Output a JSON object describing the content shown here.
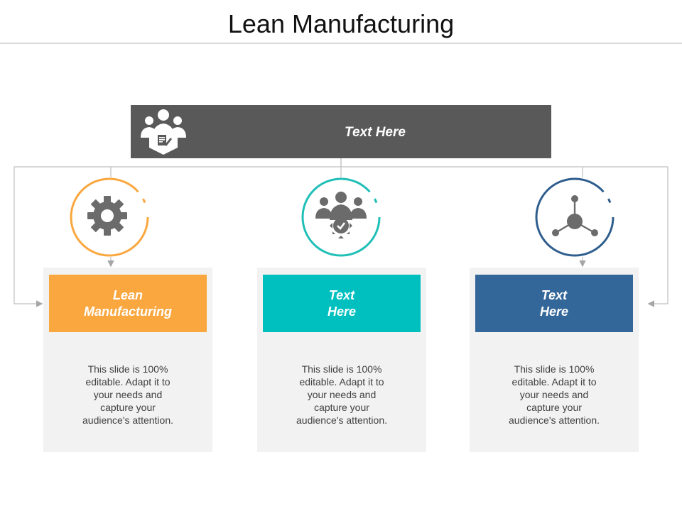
{
  "title": "Lean Manufacturing",
  "top_bar": {
    "text": "Text Here"
  },
  "colors": {
    "orange": "#f9a73e",
    "teal": "#00bfbf",
    "blue": "#336699",
    "dark_gray": "#595959",
    "card_bg": "#f2f2f2",
    "connector": "#bfbfbf"
  },
  "cards": [
    {
      "heading_line1": "Lean",
      "heading_line2": "Manufacturing",
      "icon": "gear-icon",
      "body": [
        "This slide is 100%",
        "editable. Adapt it to",
        "your needs and",
        "capture your",
        "audience's attention."
      ]
    },
    {
      "heading_line1": "Text",
      "heading_line2": "Here",
      "icon": "team-network-icon",
      "body": [
        "This slide is 100%",
        "editable. Adapt it to",
        "your needs and",
        "capture your",
        "audience's attention."
      ]
    },
    {
      "heading_line1": "Text",
      "heading_line2": "Here",
      "icon": "network-node-icon",
      "body": [
        "This slide is 100%",
        "editable. Adapt it to",
        "your needs and",
        "capture your",
        "audience's attention."
      ]
    }
  ]
}
